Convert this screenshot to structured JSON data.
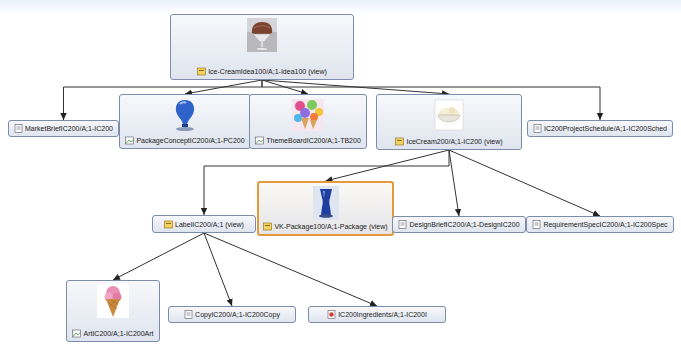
{
  "diagram": {
    "nodes": [
      {
        "text": [
          "Ice-CreamIdea100/A;1-Idea100 (view)"
        ]
      },
      {
        "text": [
          "MarketBriefIC200/A;1-IC200"
        ]
      },
      {
        "text": [
          "PackageConceptIC200/A;1-PC200"
        ]
      },
      {
        "text": [
          "ThemeBoardIC200/A;1-TB200"
        ]
      },
      {
        "text": [
          "IceCream200/A;1-IC200 (view)"
        ]
      },
      {
        "text": [
          "IC200ProjectSchedule/A;1-IC200Sched"
        ]
      },
      {
        "text": [
          "LabelIC200/A;1 (view)"
        ]
      },
      {
        "text": [
          "VK-Package100/A;1-Package (view)"
        ]
      },
      {
        "text": [
          "DesignBriefIC200/A;1-DesignIC200"
        ]
      },
      {
        "text": [
          "RequirementSpecIC200/A;1-IC200Spec"
        ]
      },
      {
        "text": [
          "ArtIC200/A;1-IC200Art"
        ]
      },
      {
        "text": [
          "CopyIC200/A;1-IC200Copy"
        ]
      },
      {
        "text": [
          "IC200Ingredients/A;1-IC200I"
        ]
      }
    ],
    "edges": [
      {
        "from": 0,
        "to": 1,
        "arrow": "to"
      },
      {
        "from": 0,
        "to": 2,
        "arrow": "to"
      },
      {
        "from": 0,
        "to": 3,
        "arrow": "to"
      },
      {
        "from": 0,
        "to": 4,
        "arrow": "to"
      },
      {
        "from": 0,
        "to": 5,
        "arrow": "to"
      },
      {
        "from": 4,
        "to": 6,
        "arrow": "to"
      },
      {
        "from": 4,
        "to": 7,
        "arrow": "to"
      },
      {
        "from": 4,
        "to": 8,
        "arrow": "to"
      },
      {
        "from": 4,
        "to": 9,
        "arrow": "to"
      },
      {
        "from": 6,
        "to": 10,
        "arrow": "to"
      },
      {
        "from": 6,
        "to": 11,
        "arrow": "to"
      },
      {
        "from": 6,
        "to": 12,
        "arrow": "to"
      }
    ]
  }
}
